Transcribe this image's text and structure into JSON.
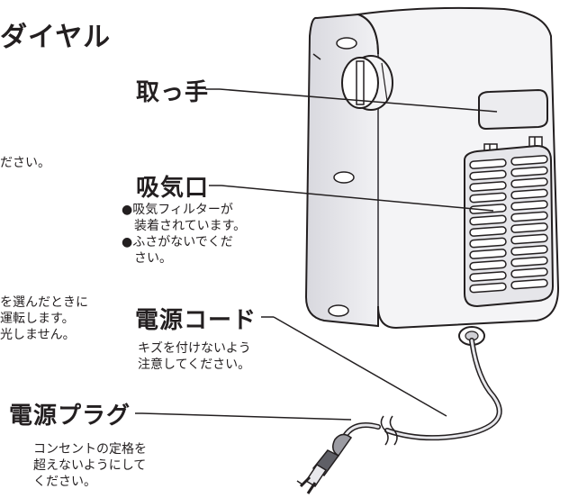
{
  "partial_left": {
    "title_fragment": "ダイヤル",
    "text_1": "ださい。",
    "text_2": [
      "を選んだときに",
      "運転します。",
      "光しません。"
    ]
  },
  "labels": {
    "handle": "取っ手",
    "intake": "吸気口",
    "cord": "電源コード",
    "plug": "電源プラグ"
  },
  "notes": {
    "intake": [
      {
        "text": "●吸気フィルターが",
        "indent": false
      },
      {
        "text": "装着されています。",
        "indent": true
      },
      {
        "text": "●ふさがないでくだ",
        "indent": false
      },
      {
        "text": "さい。",
        "indent": true
      }
    ],
    "cord": [
      "キズを付けないよう",
      "注意してください。"
    ],
    "plug": [
      "コンセントの定格を",
      "超えないようにして",
      "ください。"
    ]
  },
  "colors": {
    "line": "#231f20",
    "body_fill": "#f4f4f6",
    "side_fill": "#e3e3e8"
  },
  "icons": [
    "dial-knob-icon",
    "handle-slot-icon",
    "vent-grille-icon",
    "plug-icon",
    "cord-break-icon"
  ]
}
